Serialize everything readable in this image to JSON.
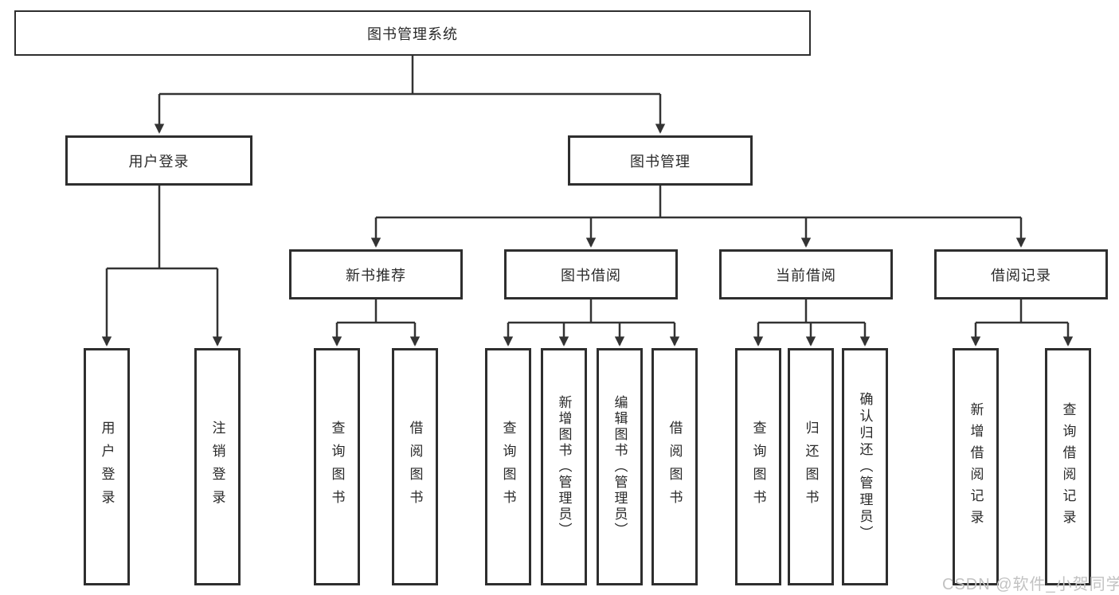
{
  "diagram": {
    "title": {
      "label": "图书管理系统"
    },
    "colors": {
      "background": "#ffffff",
      "line": "#333333",
      "box_border": "#2e2e2e",
      "text": "#2a2a2a",
      "watermark": "#c2c2c2"
    },
    "branches": {
      "user_login": {
        "label": "用户登录",
        "children": [
          {
            "label": "用户登录"
          },
          {
            "label": "注销登录"
          }
        ]
      },
      "book_management": {
        "label": "图书管理",
        "sections": [
          {
            "label": "新书推荐",
            "children": [
              {
                "label": "查询图书"
              },
              {
                "label": "借阅图书"
              }
            ]
          },
          {
            "label": "图书借阅",
            "children": [
              {
                "label": "查询图书"
              },
              {
                "label": "新增图书（管理员）"
              },
              {
                "label": "编辑图书（管理员）"
              },
              {
                "label": "借阅图书"
              }
            ]
          },
          {
            "label": "当前借阅",
            "children": [
              {
                "label": "查询图书"
              },
              {
                "label": "归还图书"
              },
              {
                "label": "确认归还（管理员）"
              }
            ]
          },
          {
            "label": "借阅记录",
            "children": [
              {
                "label": "新增借阅记录"
              },
              {
                "label": "查询借阅记录"
              }
            ]
          }
        ]
      }
    },
    "watermark": {
      "text": "CSDN @软件_小贺同学"
    }
  }
}
